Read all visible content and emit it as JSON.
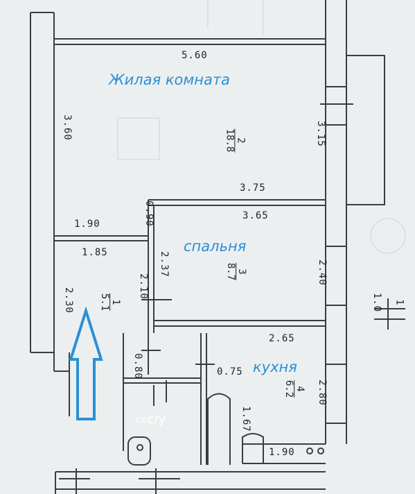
{
  "rooms": {
    "living": {
      "name": "Жилая комната",
      "number": "2",
      "area": "18.8"
    },
    "bedroom": {
      "name": "спальня",
      "number": "3",
      "area": "8.7"
    },
    "hall": {
      "number": "1",
      "area": "5.1"
    },
    "kitchen": {
      "name": "кухня",
      "number": "4",
      "area": "6.2"
    },
    "wc": {
      "name": "с/у",
      "overlay_prefix": "со"
    }
  },
  "dimensions": {
    "living_width": "5.60",
    "living_height_left": "3.60",
    "living_height_right": "3.15",
    "living_bottom": "3.75",
    "bedroom_width": "3.65",
    "bedroom_height_left": "2.37",
    "bedroom_height_right": "2.40",
    "bedroom_wall_gap": "0.90",
    "hall_top": "1.90",
    "hall_inner": "1.85",
    "hall_height": "2.30",
    "hall_door_side": "2.10",
    "kitchen_width": "2.65",
    "kitchen_height": "2.80",
    "kitchen_door": "0.75",
    "wc_gap": "0.80",
    "wc_depth": "1.67",
    "kitchen_bottom": "1.90",
    "outer_right": "1.0",
    "outer_right_2": "1"
  },
  "arrow_color": "#2a90d4",
  "label_color": "#2a90d4"
}
